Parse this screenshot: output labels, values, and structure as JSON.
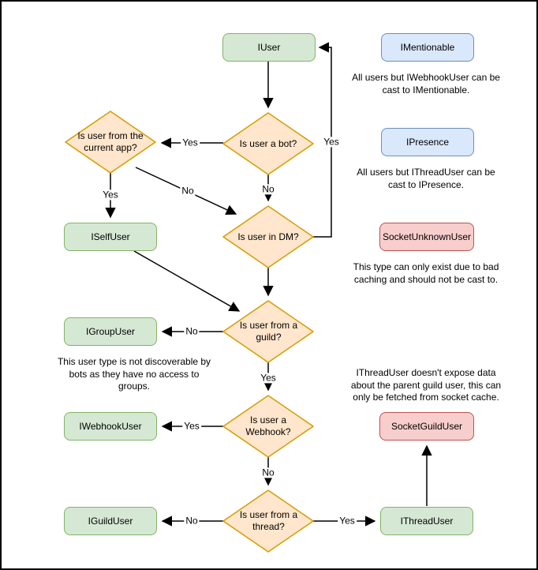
{
  "diagram": {
    "description": "Flowchart of user interface types and the decisions that lead to them",
    "colors": {
      "green_fill": "#d5e8d4",
      "green_stroke": "#82b366",
      "blue_fill": "#dae8fc",
      "blue_stroke": "#6c8ebf",
      "red_fill": "#f8cecc",
      "red_stroke": "#b85450",
      "orange_fill": "#ffe6cc",
      "orange_stroke": "#d79b00",
      "line": "#000000",
      "background": "#ffffff",
      "border": "#000000"
    },
    "nodes": {
      "iuser": {
        "label": "IUser",
        "kind": "green"
      },
      "imentionable": {
        "label": "IMentionable",
        "kind": "blue"
      },
      "ipresence": {
        "label": "IPresence",
        "kind": "blue"
      },
      "socketunknownuser": {
        "label": "SocketUnknownUser",
        "kind": "red"
      },
      "iselfuser": {
        "label": "ISelfUser",
        "kind": "green"
      },
      "igroupuser": {
        "label": "IGroupUser",
        "kind": "green"
      },
      "iwebhookuser": {
        "label": "IWebhookUser",
        "kind": "green"
      },
      "iguilduser": {
        "label": "IGuildUser",
        "kind": "green"
      },
      "socketguilduser": {
        "label": "SocketGuildUser",
        "kind": "red"
      },
      "ithreaduser": {
        "label": "IThreadUser",
        "kind": "green"
      }
    },
    "decisions": {
      "is_bot": {
        "label": "Is user a bot?"
      },
      "from_current_app": {
        "label": "Is user from the current app?"
      },
      "in_dm": {
        "label": "Is user in DM?"
      },
      "from_guild": {
        "label": "Is user from a guild?"
      },
      "is_webhook": {
        "label": "Is user a Webhook?"
      },
      "from_thread": {
        "label": "Is user from a thread?"
      }
    },
    "edge_labels": {
      "bot_yes": "Yes",
      "bot_no": "No",
      "app_yes": "Yes",
      "app_no": "No",
      "dm_yes": "Yes",
      "guild_no": "No",
      "guild_yes": "Yes",
      "webhook_yes": "Yes",
      "webhook_no": "No",
      "thread_no": "No",
      "thread_yes": "Yes"
    },
    "annotations": {
      "mentionable_note": "All users but IWebhookUser can be cast to IMentionable.",
      "presence_note": "All users but IThreadUser can be cast to IPresence.",
      "unknown_note": "This type can only exist due to bad caching and should not be cast to.",
      "group_note": "This user type is not discoverable by bots as they have no access to groups.",
      "thread_note": "IThreadUser doesn't expose data about the parent guild user, this can only be fetched from socket cache."
    }
  }
}
